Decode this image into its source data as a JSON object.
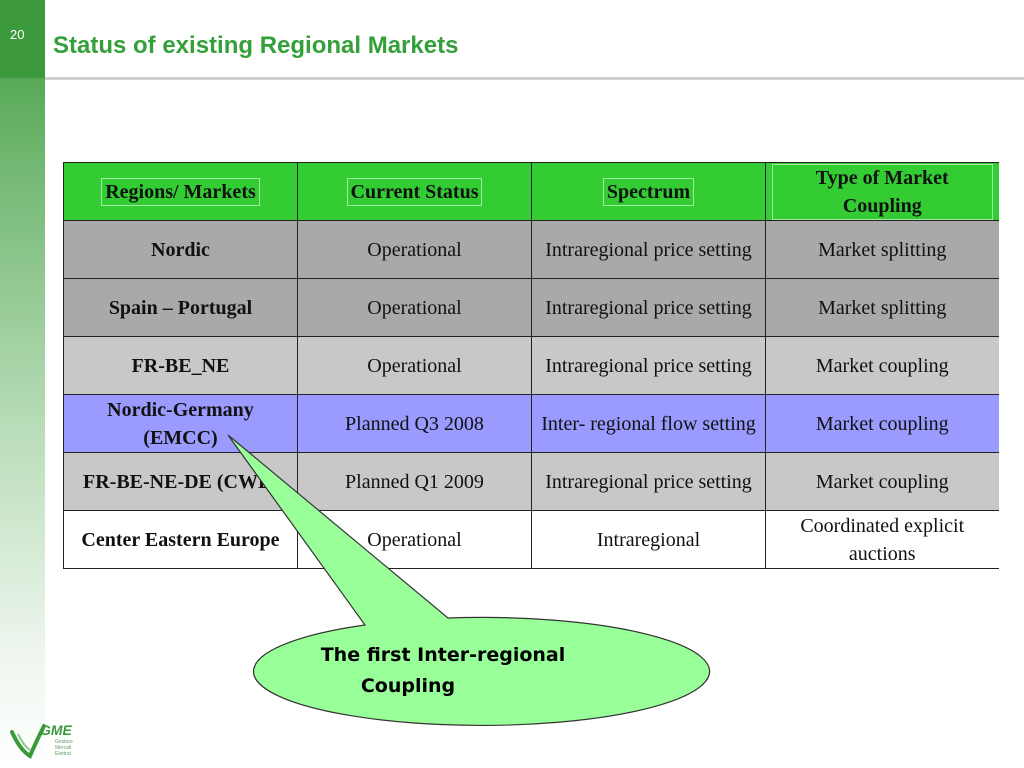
{
  "slide": {
    "page_number": "20",
    "title": "Status of existing Regional Markets"
  },
  "table": {
    "headers": [
      "Regions/ Markets",
      "Current Status",
      "Spectrum",
      "Type of Market Coupling"
    ],
    "rows": [
      {
        "region": "Nordic",
        "status": "Operational",
        "spectrum": "Intraregional price setting",
        "coupling": "Market splitting",
        "fill": "#a9a9a9"
      },
      {
        "region": "Spain – Portugal",
        "status": "Operational",
        "spectrum": "Intraregional price setting",
        "coupling": "Market splitting",
        "fill": "#a9a9a9"
      },
      {
        "region": "FR-BE_NE",
        "status": "Operational",
        "spectrum": "Intraregional price setting",
        "coupling": "Market coupling",
        "fill": "#c8c8c8"
      },
      {
        "region": "Nordic-Germany (EMCC)",
        "status": "Planned Q3 2008",
        "spectrum": "Inter- regional flow setting",
        "coupling": "Market coupling",
        "fill": "#9a9aff"
      },
      {
        "region": "FR-BE-NE-DE (CWE)",
        "status": "Planned Q1 2009",
        "spectrum": "Intraregional price setting",
        "coupling": "Market coupling",
        "fill": "#c8c8c8"
      },
      {
        "region": "Center Eastern Europe",
        "status": "Operational",
        "spectrum": "Intraregional",
        "coupling": "Coordinated explicit auctions",
        "fill": "#ffffff"
      }
    ]
  },
  "callout": {
    "line1": "The first Inter-regional",
    "line2": "Coupling"
  },
  "logo": {
    "name": "GME",
    "subtitle": "Gestore Mercati Elettrici"
  },
  "colors": {
    "accent": "#33a03a",
    "header_fill": "#33cc33",
    "callout_fill": "#99ff99"
  }
}
